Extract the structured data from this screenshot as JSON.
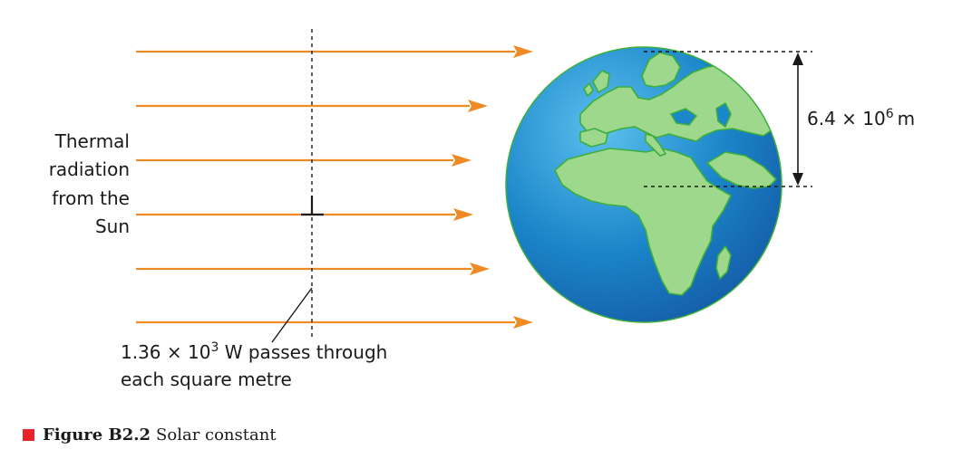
{
  "source_label": {
    "lines": [
      "Thermal",
      "radiation",
      "from the",
      "Sun"
    ]
  },
  "radius_label": {
    "value": "6.4 × 10",
    "exponent": "6",
    "unit": "m"
  },
  "flux_label": {
    "value": "1.36 × 10",
    "exponent": "3",
    "rest": " W passes through",
    "line2": "each square metre"
  },
  "caption": {
    "figure_number": "Figure B2.2",
    "text": "Solar constant"
  },
  "colors": {
    "arrow": "#f08a24",
    "ocean": "#1c86c8",
    "land": "#9ed88c",
    "coast": "#3cae3c",
    "caption_square": "#e8232a"
  }
}
